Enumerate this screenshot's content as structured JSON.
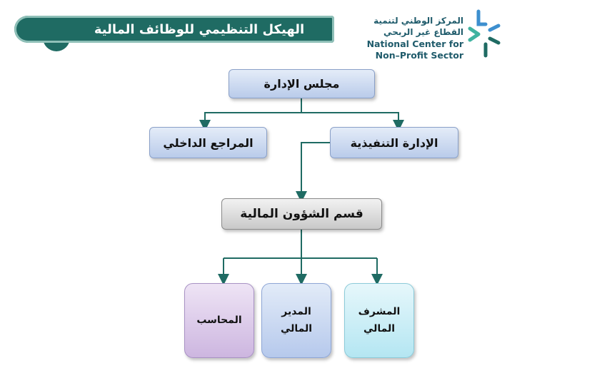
{
  "header": {
    "title": "الهيكل التنظيمي للوظائف المالية"
  },
  "logo": {
    "arabic_line1": "المركز الوطني لتنمية",
    "arabic_line2": "القطاع غير الربحي",
    "english_line1": "National Center for",
    "english_line2": "Non–Profit Sector"
  },
  "org_chart": {
    "board": "مجلس الإدارة",
    "executive": "الإدارة التنفيذية",
    "internal_audit": "المراجع الداخلي",
    "finance_dept": "قسم الشؤون المالية",
    "accountant": "المحاسب",
    "financial_manager": "المدير\nالمالي",
    "financial_supervisor": "المشرف\nالمالي"
  },
  "colors": {
    "banner": "#1f6b63",
    "connector": "#1f6b63",
    "logo_blue": "#3d8fcf",
    "logo_teal": "#1f6b63"
  }
}
